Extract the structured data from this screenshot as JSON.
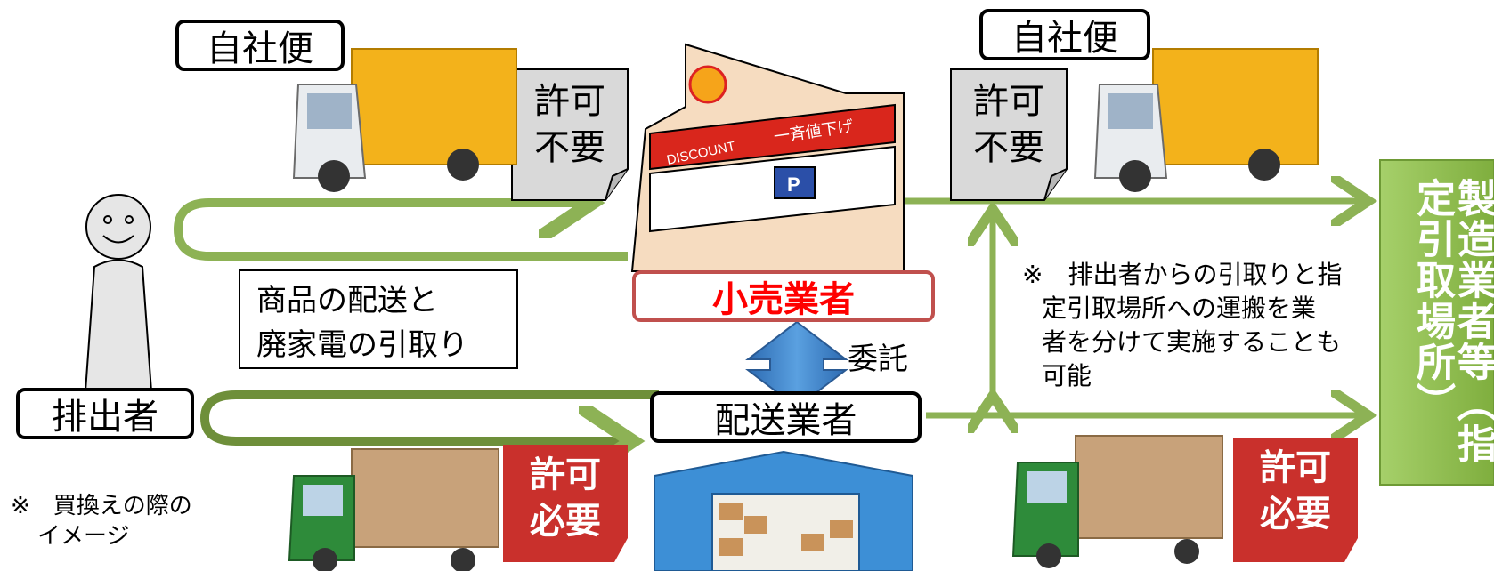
{
  "labels": {
    "own_delivery_left": "自社便",
    "own_delivery_right": "自社便",
    "discharger": "排出者",
    "delivery_company": "配送業者",
    "retailer": "小売業者",
    "entrust": "委託",
    "manufacturer": "製造業者等（指定引取場所）"
  },
  "permits": {
    "not_required_left": [
      "許可",
      "不要"
    ],
    "not_required_right": [
      "許可",
      "不要"
    ],
    "required_left": [
      "許可",
      "必要"
    ],
    "required_right": [
      "許可",
      "必要"
    ]
  },
  "notes": {
    "delivery_pickup": [
      "商品の配送と",
      "廃家電の引取り"
    ],
    "separate": [
      "※　排出者からの引取りと指",
      "定引取場所への運搬を業",
      "者を分けて実施することも",
      "可能"
    ],
    "replacement": [
      "※　買換えの際の",
      "イメージ"
    ]
  },
  "store_sign": {
    "discount": "DISCOUNT",
    "sale": "一斉値下げ",
    "parking": "P"
  },
  "colors": {
    "arrow_green": "#8db255",
    "arrow_dark_green": "#6e8f3a",
    "entrust_blue": "#4f81bd",
    "manufacturer_green": "#8fbf4f",
    "permit_red": "#c9302c",
    "permit_gray": "#d9d9d9",
    "retailer_border": "#c0504d",
    "retailer_text": "#ff0000"
  }
}
